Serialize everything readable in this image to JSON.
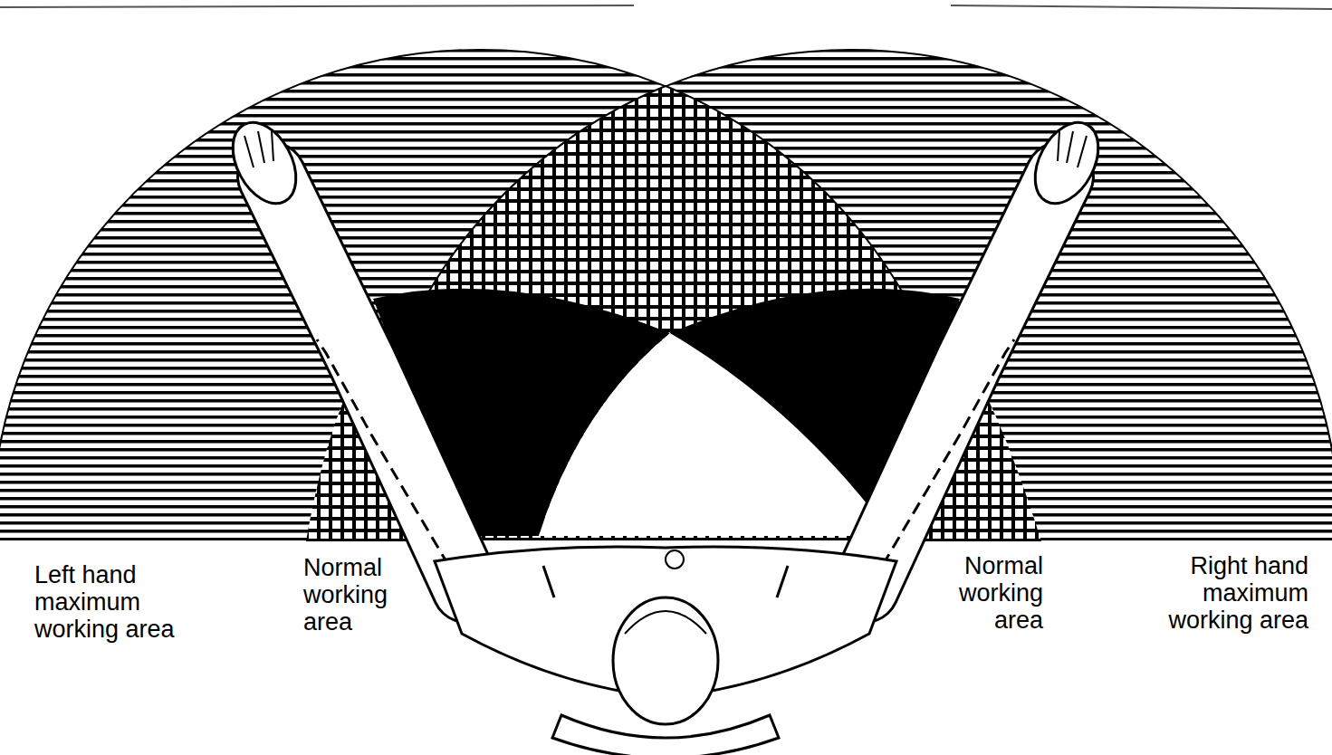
{
  "diagram": {
    "labels": [
      "Left hand maximum working area",
      "Normal working area",
      "Normal working area",
      "Right hand maximum working area"
    ]
  }
}
